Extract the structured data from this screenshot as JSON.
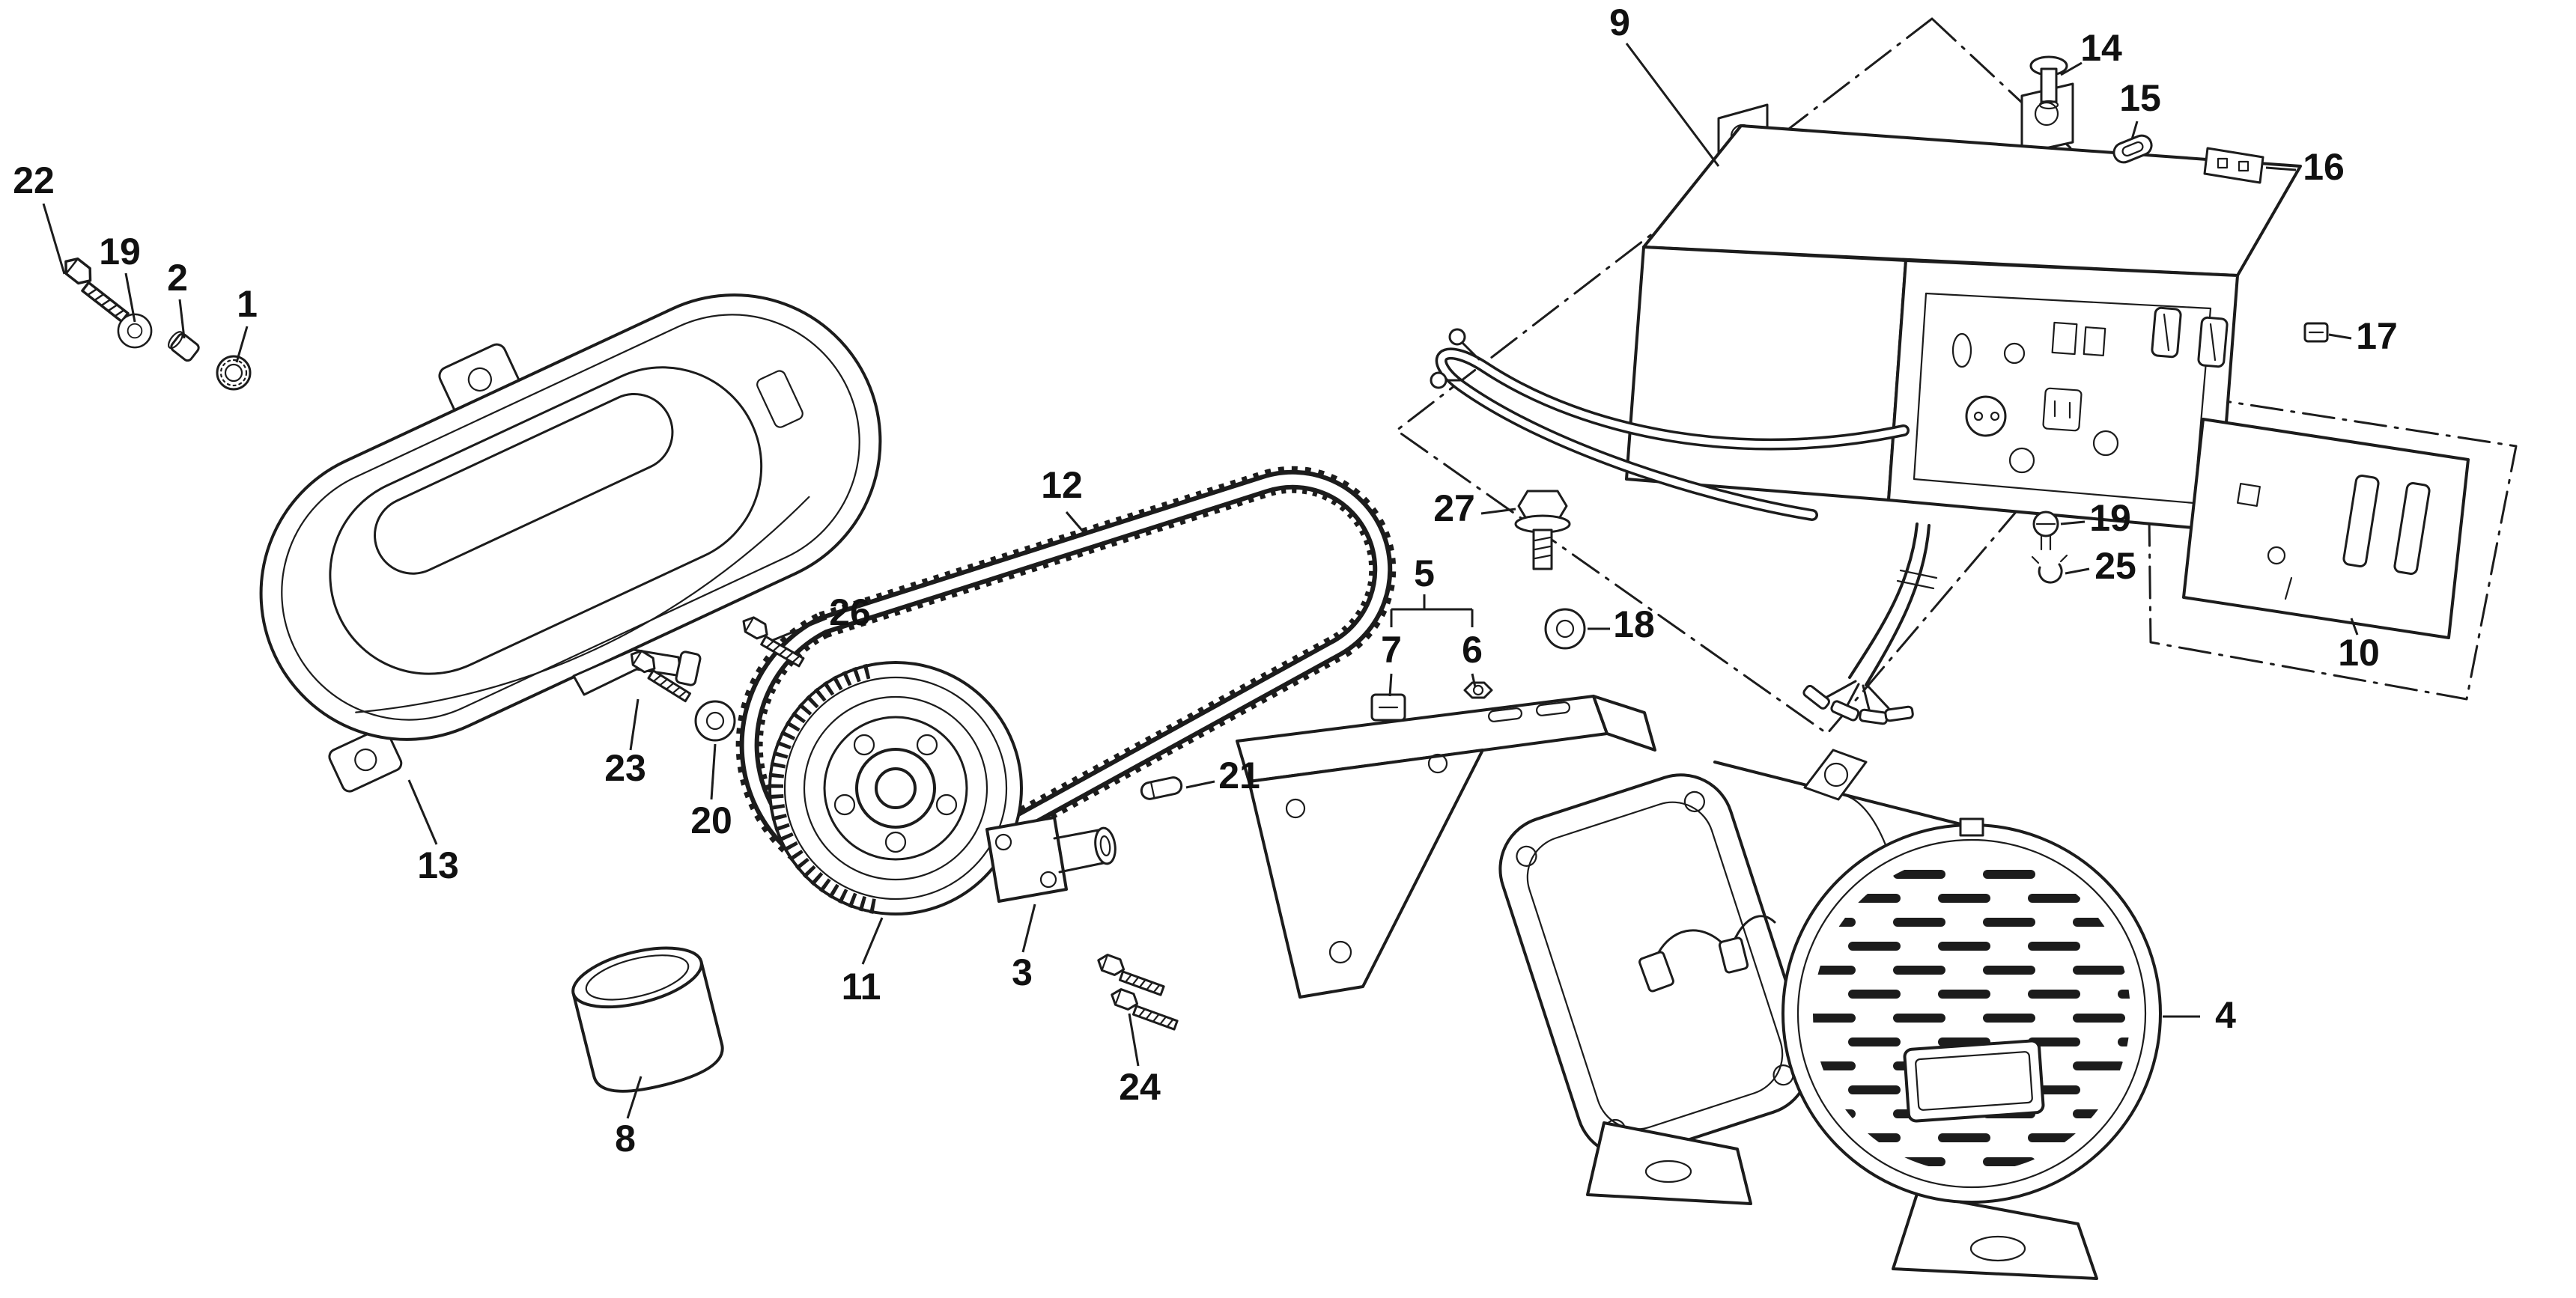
{
  "figure": {
    "background": "#ffffff",
    "ink": "#1c1c1c"
  },
  "callouts": {
    "c1": "1",
    "c2": "2",
    "c3": "3",
    "c4": "4",
    "c5": "5",
    "c6": "6",
    "c7": "7",
    "c8": "8",
    "c9": "9",
    "c10": "10",
    "c11": "11",
    "c12": "12",
    "c13": "13",
    "c14": "14",
    "c15": "15",
    "c16": "16",
    "c17": "17",
    "c18": "18",
    "c19a": "19",
    "c19b": "19",
    "c20": "20",
    "c21": "21",
    "c22": "22",
    "c23": "23",
    "c24": "24",
    "c25": "25",
    "c26": "26",
    "c27": "27"
  }
}
